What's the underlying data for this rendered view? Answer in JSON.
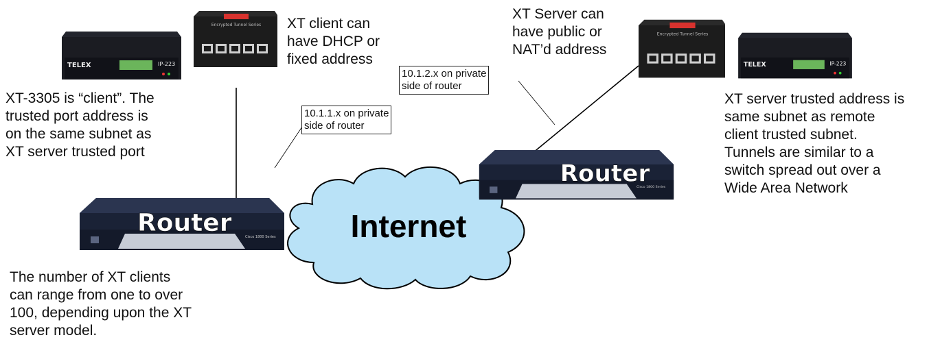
{
  "labels": {
    "client_can": [
      "XT client can",
      "have DHCP or",
      "fixed address"
    ],
    "server_can": [
      "XT Server can",
      "have public or",
      "NAT’d address"
    ],
    "xt3305": [
      "XT-3305 is “client”. The",
      "trusted port address is",
      "on the same subnet as",
      "XT server trusted port"
    ],
    "server_trusted": [
      "XT server trusted address is",
      "same subnet as remote",
      "client trusted subnet.",
      "Tunnels are similar to a",
      "switch spread out over a",
      "Wide Area Network"
    ],
    "clients_count": [
      "The number of XT clients",
      "can range from one to over",
      "100, depending upon the XT",
      "server model."
    ]
  },
  "callouts": {
    "private_1": [
      "10.1.1.x on private",
      "side of router"
    ],
    "private_2": [
      "10.1.2.x on private",
      "side of router"
    ]
  },
  "devices": {
    "router_word": "Router",
    "internet_word": "Internet",
    "telex_brand": "TELEX",
    "telex_model": "IP-223",
    "tunnel_brand": "Encrypted Tunnel Series",
    "router_model": "Cisco 1800 Series"
  }
}
